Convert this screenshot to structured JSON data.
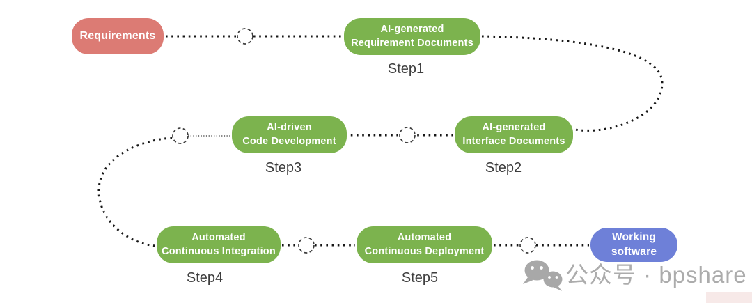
{
  "diagram": {
    "title_hint": "AI-driven software delivery pipeline",
    "colors": {
      "start_node": "#DC7B74",
      "step_node": "#7CB34E",
      "end_node": "#6E80D8",
      "connector_dots": "#161616",
      "dashed_circle_stroke": "#3C3C3C",
      "step_label_text": "#3D3D3D"
    },
    "nodes": [
      {
        "id": "requirements",
        "label": "Requirements"
      },
      {
        "id": "step1",
        "line1": "AI-generated",
        "line2": "Requirement Documents",
        "step_label": "Step1"
      },
      {
        "id": "step2",
        "line1": "AI-generated",
        "line2": "Interface Documents",
        "step_label": "Step2"
      },
      {
        "id": "step3",
        "line1": "AI-driven",
        "line2": "Code Development",
        "step_label": "Step3"
      },
      {
        "id": "step4",
        "line1": "Automated",
        "line2": "Continuous Integration",
        "step_label": "Step4"
      },
      {
        "id": "step5",
        "line1": "Automated",
        "line2": "Continuous Deployment",
        "step_label": "Step5"
      },
      {
        "id": "working-software",
        "line1": "Working",
        "line2": "software"
      }
    ],
    "flow_order": [
      "Requirements",
      "Step1",
      "Step2",
      "Step3",
      "Step4",
      "Step5",
      "Working software"
    ],
    "connector_style": "dotted line with dashed hollow circles between nodes"
  },
  "watermark": {
    "icon": "wechat-icon",
    "text": "公众号 · bpshare",
    "color": "#ACACAC"
  }
}
